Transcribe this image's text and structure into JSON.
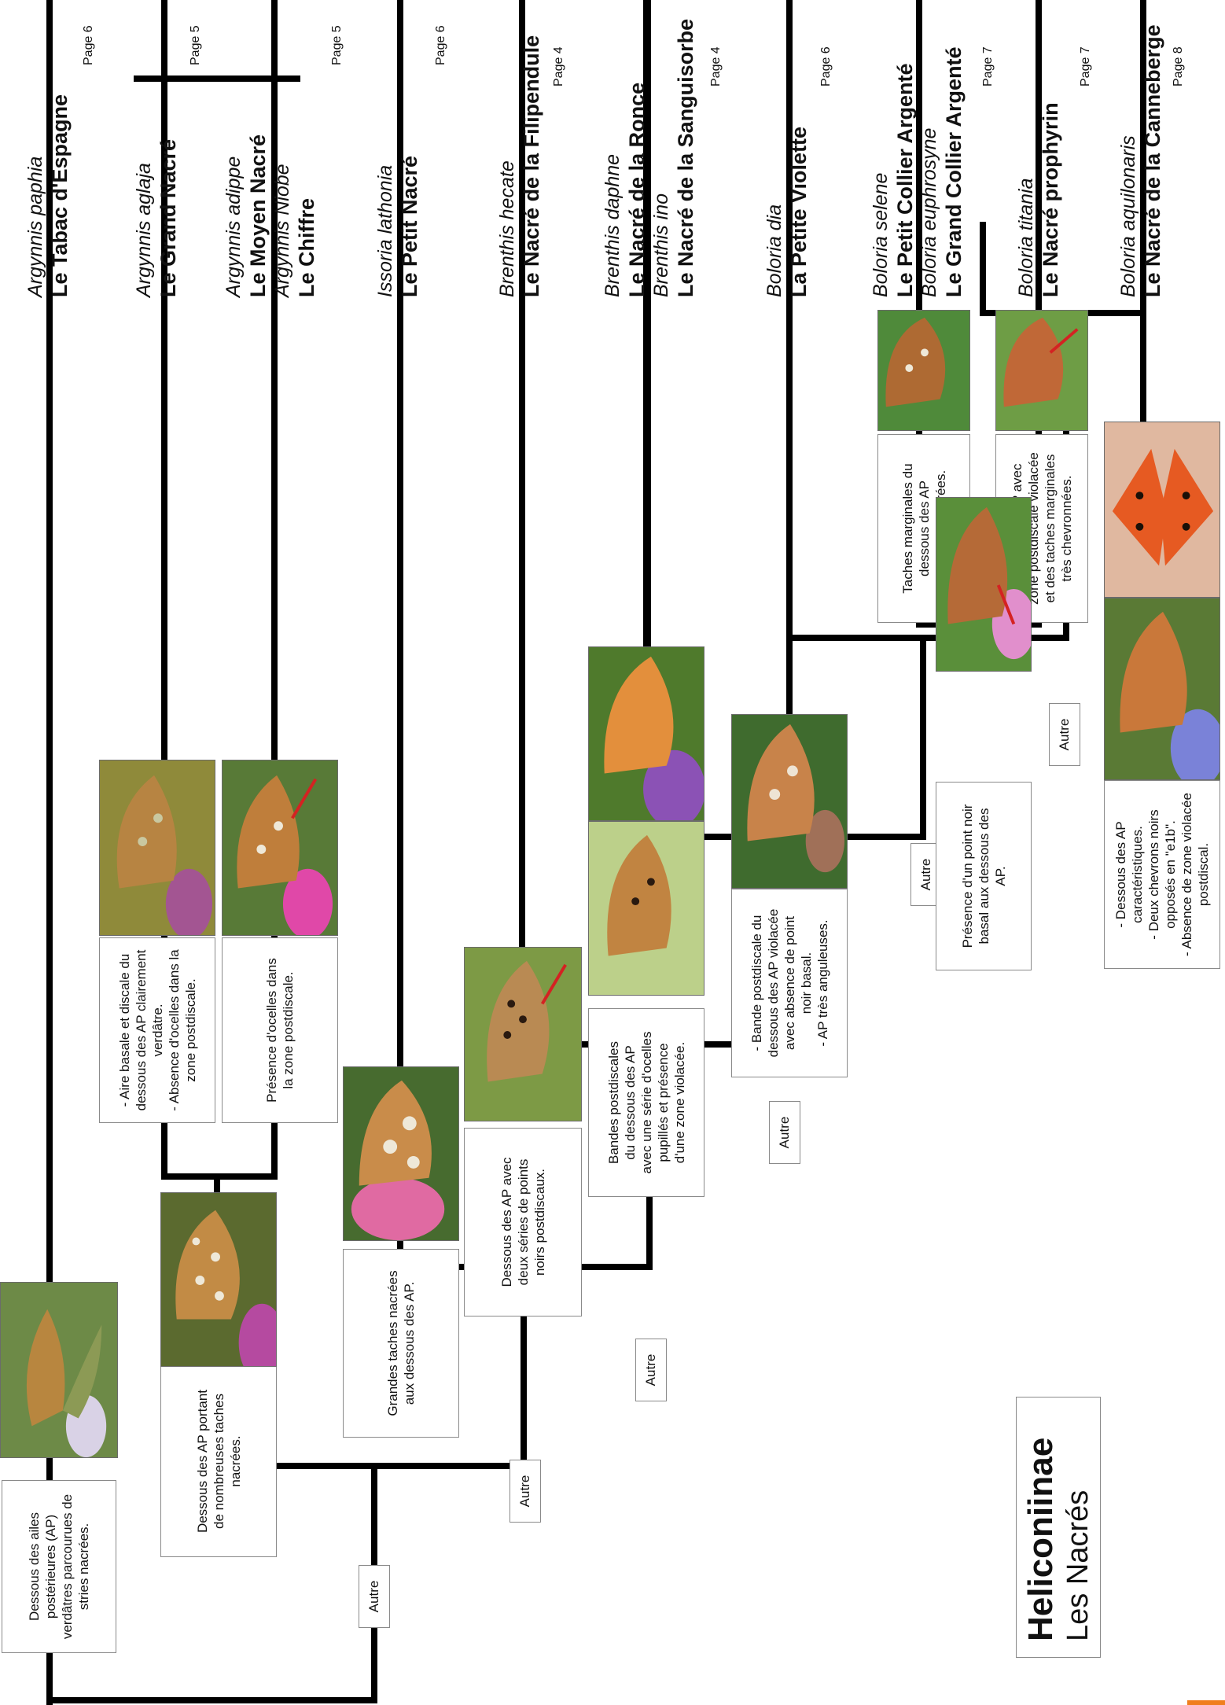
{
  "title": {
    "main": "Heliconiinae",
    "sub": "Les Nacrés"
  },
  "branch_label": "Autre",
  "characters": {
    "c1": "Dessous des ailes\npostérieures (AP)\nverdâtres parcourues de\nstries nacrées.",
    "c2": "Dessous des AP portant\nde nombreuses taches\nnacrées.",
    "c3": "- Aire basale et discale du\ndessous des AP clairement\nverdâtre.\n- Absence d'ocelles dans la\nzone postdiscale.",
    "c4": "Présence d'ocelles dans\nla zone postdiscale.",
    "c5": "Grandes taches nacrées\naux dessous des AP.",
    "c6": "Dessous des AP avec\ndeux séries de points\nnoirs postdiscaux.",
    "c7": "Bandes postdiscales\ndu dessous des AP\navec une série d'ocelles\npupillés et présence\nd'une zone violacée.",
    "c8": "- Bande postdiscale du\ndessous des AP violacée\navec absence de point\nnoir basal.\n- AP très anguleuses.",
    "c9": "Présence d'un point noir\nbasal aux dessous des\nAP.",
    "c10": "Taches marginales du\ndessous des AP\nclairement nacrées.",
    "c11": "Dessous des AP avec\nzone postdiscale violacée\net des taches marginales\ntrès chevronnées.",
    "c12": "- Dessous des AP\ncaractéristiques.\n- Deux chevrons noirs\nopposés en \"e1b\".\n- Absence de zone violacée\npostdiscal."
  },
  "leaves": [
    {
      "sci": "Argynnis paphia",
      "fr": "Le Tabac d'Espagne",
      "page": "Page 6"
    },
    {
      "sci": "Argynnis aglaja",
      "fr": "Le Grand Nacré",
      "page": "Page 5"
    },
    {
      "sci": "Argynnis adippe",
      "fr": "Le Moyen Nacré",
      "sci2": "Argynnis Niobe",
      "fr2": "Le Chiffre",
      "page": "Page 5"
    },
    {
      "sci": "Issoria lathonia",
      "fr": "Le Petit Nacré",
      "page": "Page 6"
    },
    {
      "sci": "Brenthis hecate",
      "fr": "Le Nacré de la Filipendule",
      "page": "Page 4"
    },
    {
      "sci": "Brenthis daphne",
      "fr": "Le Nacré de la Ronce",
      "sci2": "Brenthis ino",
      "fr2": "Le Nacré de la Sanguisorbe",
      "page": "Page 4"
    },
    {
      "sci": "Boloria dia",
      "fr": "La Petite Violette",
      "page": "Page 6"
    },
    {
      "sci": "Boloria selene",
      "fr": "Le Petit Collier Argenté",
      "sci2": "Boloria euphrosyne",
      "fr2": "Le Grand Collier Argenté",
      "page": "Page 7"
    },
    {
      "sci": "Boloria titania",
      "fr": "Le Nacré prophyrin",
      "page": "Page 7"
    },
    {
      "sci": "Boloria aquilonaris",
      "fr": "Le Nacré de la Canneberge",
      "page": "Page 8"
    }
  ],
  "photos": [
    {
      "subject": "butterfly-photo-paphia",
      "background": "#6d8a47",
      "wing": "#b8863f",
      "flower": "#d9d2e6"
    },
    {
      "subject": "butterfly-photo-argynnis",
      "background": "#5b6a2f",
      "wing": "#c28b45",
      "flower": "#b54aa0"
    },
    {
      "subject": "butterfly-photo-aglaja",
      "background": "#8f8a3a",
      "wing": "#b78442",
      "flower": "#a35592"
    },
    {
      "subject": "butterfly-photo-adippe",
      "background": "#587a37",
      "wing": "#bf7e3b",
      "flower": "#e048a8"
    },
    {
      "subject": "butterfly-photo-lathonia",
      "background": "#476b2f",
      "wing": "#c98c4a",
      "flower": "#e06aa2"
    },
    {
      "subject": "butterfly-photo-hecate",
      "background": "#7d9a45",
      "wing": "#b98a53",
      "flower": "#8a9a55"
    },
    {
      "subject": "butterfly-photo-ino",
      "background": "#bcd08a",
      "wing": "#c18441",
      "flower": "#bcd08a"
    },
    {
      "subject": "butterfly-photo-daphne",
      "background": "#4f7a2c",
      "wing": "#e38f3c",
      "flower": "#8b52b5"
    },
    {
      "subject": "butterfly-photo-dia",
      "background": "#3f6b2e",
      "wing": "#c8834a",
      "flower": "#a07058"
    },
    {
      "subject": "butterfly-photo-euphrosyne",
      "background": "#5a8f3a",
      "wing": "#b56a37",
      "flower": "#e18fcc"
    },
    {
      "subject": "butterfly-photo-selene",
      "background": "#4f8a3a",
      "wing": "#ae6a33",
      "flower": "#9bbf78"
    },
    {
      "subject": "butterfly-photo-titania",
      "background": "#6e9d45",
      "wing": "#c06837",
      "flower": "#8bb86a"
    },
    {
      "subject": "butterfly-photo-aquilonaris-upper",
      "background": "#e0b8a0",
      "wing": "#e65a22",
      "flower": "#e0b8a0"
    },
    {
      "subject": "butterfly-photo-aquilonaris-under",
      "background": "#5a7a35",
      "wing": "#c9783a",
      "flower": "#7a82d8"
    }
  ],
  "colors": {
    "lines": "#000000",
    "accent": "#f07f1e",
    "pointer_arrow": "#d42222"
  }
}
